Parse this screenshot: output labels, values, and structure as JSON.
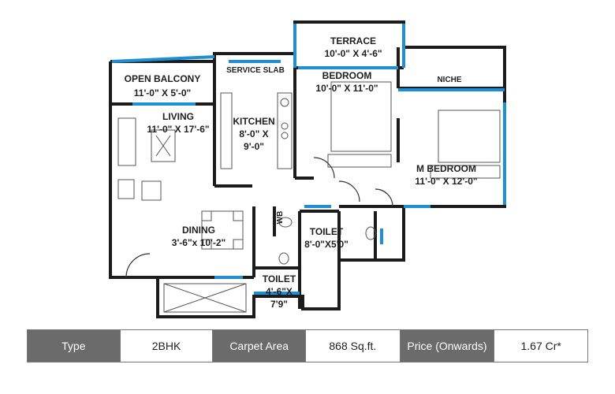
{
  "rooms": {
    "terrace": {
      "name": "TERRACE",
      "size": "10'-0\" X 4'-6\""
    },
    "service_slab": {
      "name": "SERVICE SLAB"
    },
    "open_balcony": {
      "name": "OPEN BALCONY",
      "size": "11'-0\" X 5'-0\""
    },
    "bedroom": {
      "name": "BEDROOM",
      "size": "10'-0\" X 11'-0\""
    },
    "niche": {
      "name": "NICHE"
    },
    "living": {
      "name": "LIVING",
      "size": "11'-0\" X 17'-6\""
    },
    "kitchen": {
      "name": "KITCHEN",
      "size_line1": "8'-0\" X",
      "size_line2": "9'-0\""
    },
    "m_bedroom": {
      "name": "M BEDROOM",
      "size": "11'-0\" X 12'-0\""
    },
    "wb": {
      "name": "WB"
    },
    "dining": {
      "name": "DINING",
      "size": "3'-6\"x 10'-2\""
    },
    "toilet1": {
      "name": "TOILET",
      "size": "8'-0\"X5'0\""
    },
    "toilet2": {
      "name": "TOILET",
      "size_line1": "4'-6\"X",
      "size_line2": "7'9\""
    }
  },
  "spec_table": {
    "type_label": "Type",
    "type_value": "2BHK",
    "carpet_label": "Carpet  Area",
    "carpet_value": "868 Sq.ft.",
    "price_label": "Price (Onwards)",
    "price_value": "1.67 Cr*"
  },
  "colors": {
    "header_cell": "#6b6b6b",
    "window": "#1e8fd6"
  }
}
